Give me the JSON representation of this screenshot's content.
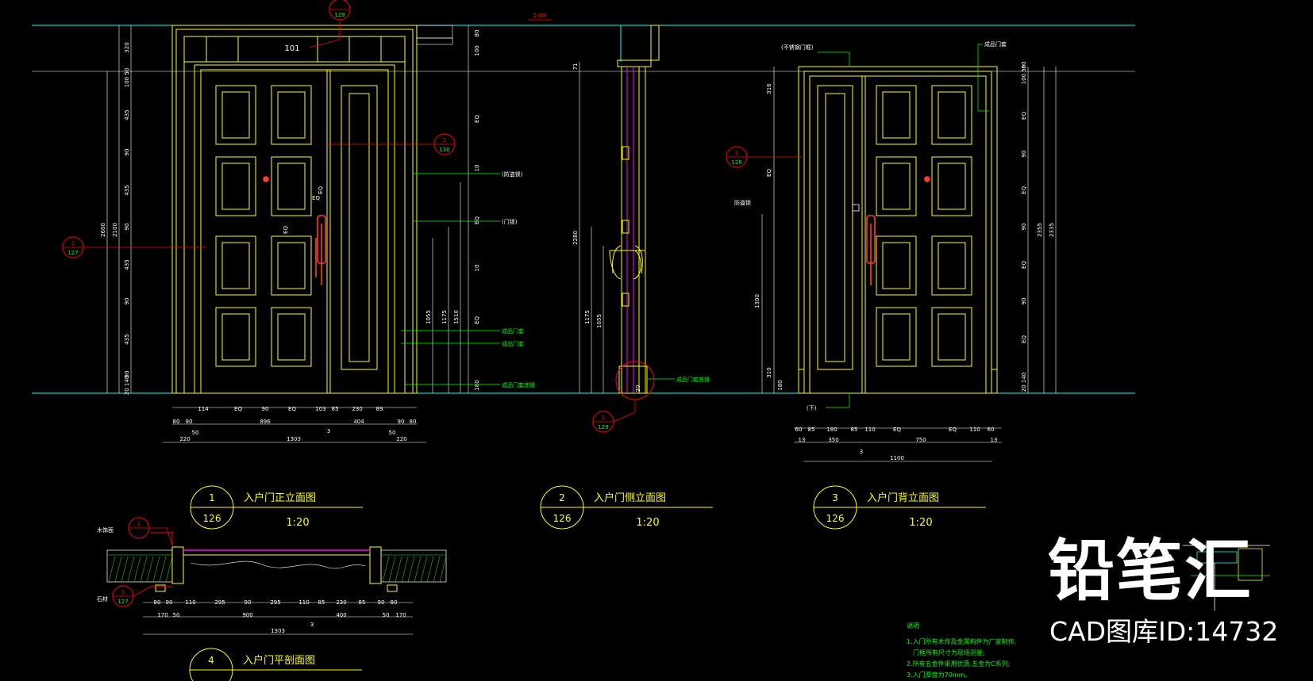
{
  "colors": {
    "background": "#000000",
    "door_outline": "#ffff00",
    "dimension": "#ffffff",
    "leader": "#00ff00",
    "callout": "#ff0000",
    "floor_line": "#00ffff",
    "section": "#ff00ff",
    "handle": "#ff3b30"
  },
  "callouts": {
    "front_top": {
      "num": "",
      "sheet": "129"
    },
    "front_side": {
      "num": "1",
      "sheet": "130"
    },
    "front_left": {
      "num": "1",
      "sheet": "127"
    },
    "side_bottom": {
      "num": "1",
      "sheet": "129"
    },
    "back_left": {
      "num": "1",
      "sheet": "128"
    },
    "plan_top": {
      "num": "1",
      "sheet": ""
    },
    "plan_left": {
      "num": "1",
      "sheet": "127"
    }
  },
  "front": {
    "top_tag": "101",
    "left_dims": [
      "320",
      "100 50",
      "435",
      "90",
      "435",
      "90",
      "435",
      "90",
      "435",
      "90",
      "20 140"
    ],
    "left_totals": [
      "2600",
      "2100"
    ],
    "right_dims": [
      "80",
      "100",
      "EQ",
      "10",
      "EQ",
      "10",
      "EQ",
      "180"
    ],
    "right_totals": [
      "1055",
      "1175",
      "1510"
    ],
    "inner_dims": [
      "EQ",
      "EQ",
      "EQ"
    ],
    "bottom_row1": [
      "114",
      "EQ",
      "90",
      "EQ",
      "103",
      "85",
      "230",
      "89"
    ],
    "bottom_row2": [
      "80",
      "90",
      "896",
      "404",
      "90",
      "80"
    ],
    "bottom_row3": [
      "220",
      "50",
      "1303",
      "50",
      "220"
    ],
    "bottom_mid": "3",
    "notes": [
      "(防盗锁)",
      "(门锁)",
      "成品门套",
      "成品门套",
      "成品门套底缝"
    ]
  },
  "side": {
    "top_tag": "2.6M",
    "dims": [
      "71",
      "2280",
      "1175",
      "1055"
    ],
    "bottom_dim": "20",
    "note": "成品门套底缝"
  },
  "back": {
    "top_note_left": "(不锈钢门框)",
    "top_note_right": "成品门套",
    "left_note": "防盗锁",
    "bottom_note": "(下)",
    "left_dims": [
      "316",
      "EQ",
      "1300",
      "310",
      "180"
    ],
    "right_dims": [
      "60",
      "100 50",
      "EQ",
      "90",
      "EQ",
      "90",
      "EQ",
      "90",
      "EQ",
      "20 140"
    ],
    "right_totals": [
      "2355",
      "2335"
    ],
    "bottom_row1": [
      "60",
      "85",
      "180",
      "85",
      "110",
      "EQ",
      "EQ",
      "110",
      "60"
    ],
    "bottom_row2": [
      "13",
      "350",
      "750",
      "13"
    ],
    "bottom_row3": [
      "3",
      "1100"
    ]
  },
  "titles": [
    {
      "num": "1",
      "sheet": "126",
      "name": "入户门正立面图",
      "scale": "1:20"
    },
    {
      "num": "2",
      "sheet": "126",
      "name": "入户门侧立面图",
      "scale": "1:20"
    },
    {
      "num": "3",
      "sheet": "126",
      "name": "入户门背立面图",
      "scale": "1:20"
    },
    {
      "num": "4",
      "sheet": "",
      "name": "入户门平剖面图",
      "scale": ""
    }
  ],
  "plan": {
    "left_note": "木饰面",
    "left_note2": "石材",
    "row1": [
      "80",
      "90",
      "110",
      "295",
      "90",
      "295",
      "110",
      "85",
      "230",
      "85",
      "90",
      "80"
    ],
    "row2": [
      "170",
      "50",
      "900",
      "400",
      "50",
      "170"
    ],
    "row3": [
      "1303"
    ],
    "mid": "3"
  },
  "notes_block": {
    "heading": "说明",
    "lines": [
      "1.入门所有木作及金属构件为厂家制作,",
      "门框所有尺寸为现场测量;",
      "2.所有五金件采用优质,五金为C系列;",
      "3.入门厚度为70mm。"
    ]
  },
  "brand": {
    "name": "铅笔汇",
    "id_label": "CAD图库ID:14732"
  }
}
